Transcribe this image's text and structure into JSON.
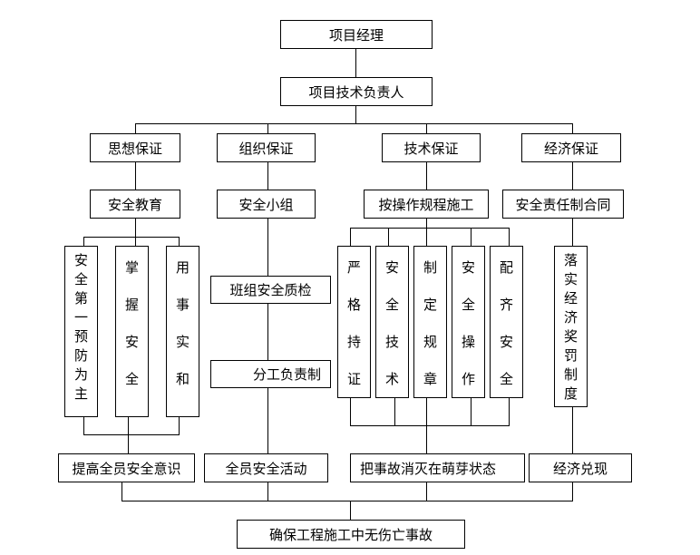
{
  "diagram": {
    "top": {
      "manager": "项目经理",
      "tech_lead": "项目技术负责人"
    },
    "branches": [
      {
        "title": "思想保证",
        "sub": "安全教育",
        "items": [
          "安全第一预防为主",
          "掌握安全",
          "用事实和"
        ],
        "outcome": "提高全员安全意识"
      },
      {
        "title": "组织保证",
        "sub": "安全小组",
        "items": [
          "班组安全质检",
          "分工负责制"
        ],
        "outcome": "全员安全活动"
      },
      {
        "title": "技术保证",
        "sub": "按操作规程施工",
        "items": [
          "严格持证",
          "安全技术",
          "制定规章",
          "安全操作",
          "配齐安全"
        ],
        "outcome": "把事故消灭在萌芽状态"
      },
      {
        "title": "经济保证",
        "sub": "安全责任制合同",
        "items": [
          "落实经济奖罚制度"
        ],
        "outcome": "经济兑现"
      }
    ],
    "goal": "确保工程施工中无伤亡事故"
  }
}
